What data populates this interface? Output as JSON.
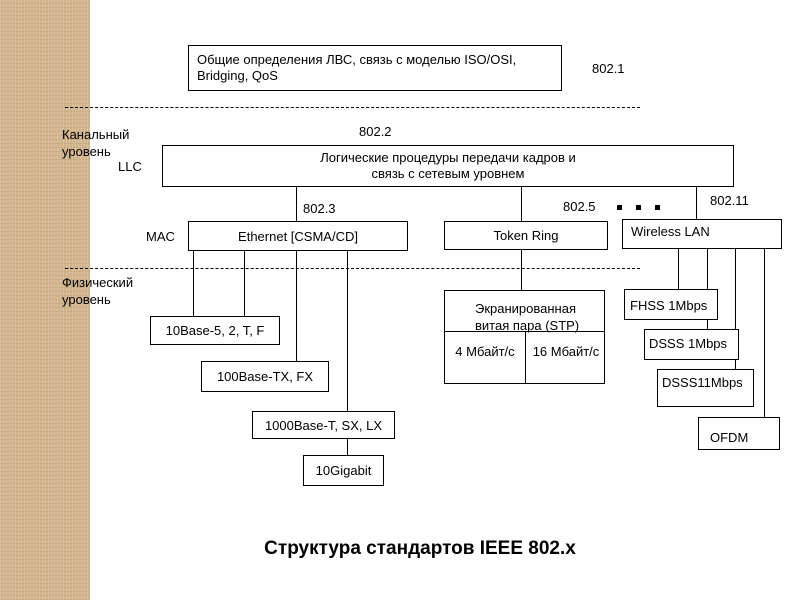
{
  "boxes": {
    "general": "Общие определения ЛВС, связь с моделью ISO/OSI, Bridging, QoS",
    "llc": "Логические процедуры передачи кадров и связь с сетевым уровнем",
    "ethernet": "Ethernet [CSMA/CD]",
    "token_ring": "Token Ring",
    "wireless": "Wireless LAN",
    "b10": "10Base-5, 2, T, F",
    "b100": "100Base-TX, FX",
    "b1000": "1000Base-T, SX, LX",
    "g10": "10Gigabit",
    "stp_title": "Экранированная витая пара (STP)",
    "stp_4": "4 Мбайт/с",
    "stp_16": "16 Мбайт/с",
    "fhss": "FHSS 1Mbps",
    "dsss1": "DSSS 1Mbps",
    "dsss11": "DSSS11Mbps",
    "ofdm": "OFDM"
  },
  "labels": {
    "std_8021": "802.1",
    "std_8022": "802.2",
    "std_8023": "802.3",
    "std_8025": "802.5",
    "std_80211": "802.11",
    "link_layer": "Канальный уровень",
    "llc": "LLC",
    "mac": "MAC",
    "phys_layer": "Физический уровень"
  },
  "caption": "Структура стандартов IEEE 802.x"
}
